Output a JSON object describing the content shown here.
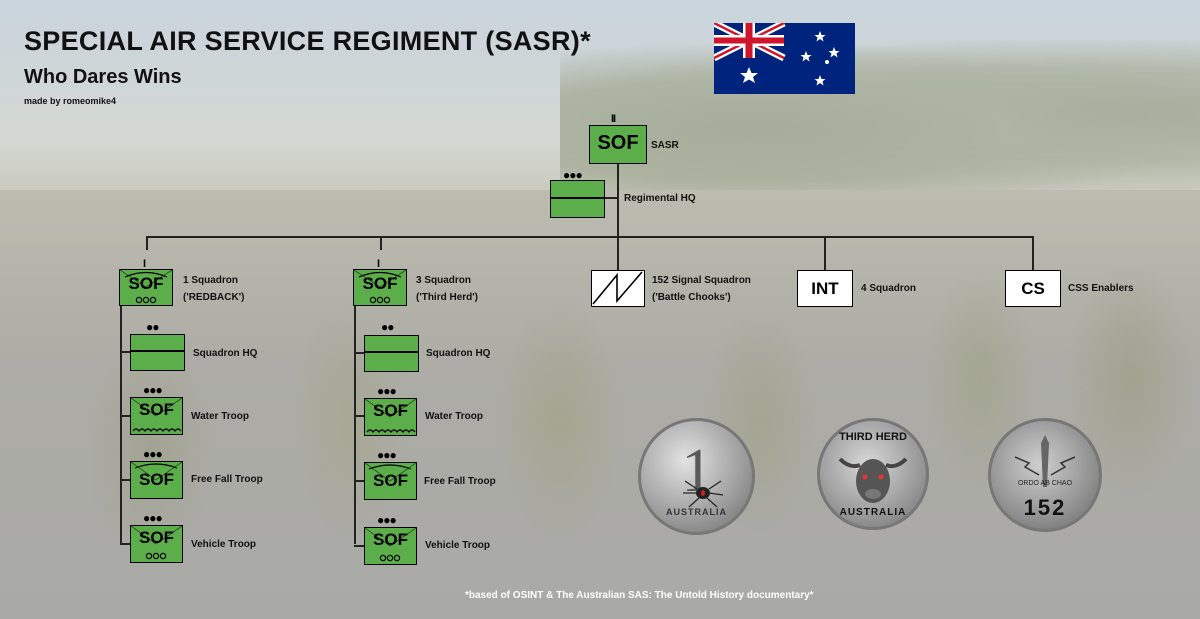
{
  "header": {
    "title": "SPECIAL AIR SERVICE REGIMENT (SASR)*",
    "subtitle": "Who Dares Wins",
    "credit": "made by romeomike4"
  },
  "footnote": "*based of OSINT & The Australian SAS: The Untold History documentary*",
  "colors": {
    "unit_fill": "#5cae4a",
    "line": "#222222"
  },
  "icons": {
    "flag": "australian-flag",
    "signal": "signal-lightning-symbol"
  },
  "org": {
    "top": {
      "symbol": "SOF",
      "echelon": "II",
      "label": "SASR"
    },
    "hq": {
      "echelon": "●●●",
      "label": "Regimental HQ"
    },
    "subunits": [
      {
        "symbol": "SOF",
        "echelon": "I",
        "label_line1": "1 Squadron",
        "label_line2": "('REDBACK')"
      },
      {
        "symbol": "SOF",
        "echelon": "I",
        "label_line1": "3 Squadron",
        "label_line2": "('Third Herd')"
      },
      {
        "symbol": "",
        "echelon": "",
        "label_line1": "152 Signal Squadron",
        "label_line2": "('Battle Chooks')"
      },
      {
        "symbol": "INT",
        "echelon": "",
        "label_line1": "4 Squadron",
        "label_line2": ""
      },
      {
        "symbol": "CS",
        "echelon": "",
        "label_line1": "CSS Enablers",
        "label_line2": ""
      }
    ],
    "squadron_1_children": [
      {
        "symbol": "",
        "echelon": "●●",
        "label": "Squadron HQ"
      },
      {
        "symbol": "SOF",
        "echelon": "●●●",
        "label": "Water Troop"
      },
      {
        "symbol": "SOF",
        "echelon": "●●●",
        "label": "Free Fall Troop"
      },
      {
        "symbol": "SOF",
        "echelon": "●●●",
        "label": "Vehicle Troop"
      }
    ],
    "squadron_3_children": [
      {
        "symbol": "",
        "echelon": "●●",
        "label": "Squadron HQ"
      },
      {
        "symbol": "SOF",
        "echelon": "●●●",
        "label": "Water Troop"
      },
      {
        "symbol": "SOF",
        "echelon": "●●●",
        "label": "Free Fall Troop"
      },
      {
        "symbol": "SOF",
        "echelon": "●●●",
        "label": "Vehicle Troop"
      }
    ]
  },
  "badges": {
    "redback": {
      "number": "1",
      "text": "AUSTRALIA"
    },
    "third_herd": {
      "top_text": "THIRD HERD",
      "bottom_text": "AUSTRALIA"
    },
    "signal": {
      "motto": "ORDO AB CHAO",
      "number": "152"
    }
  }
}
